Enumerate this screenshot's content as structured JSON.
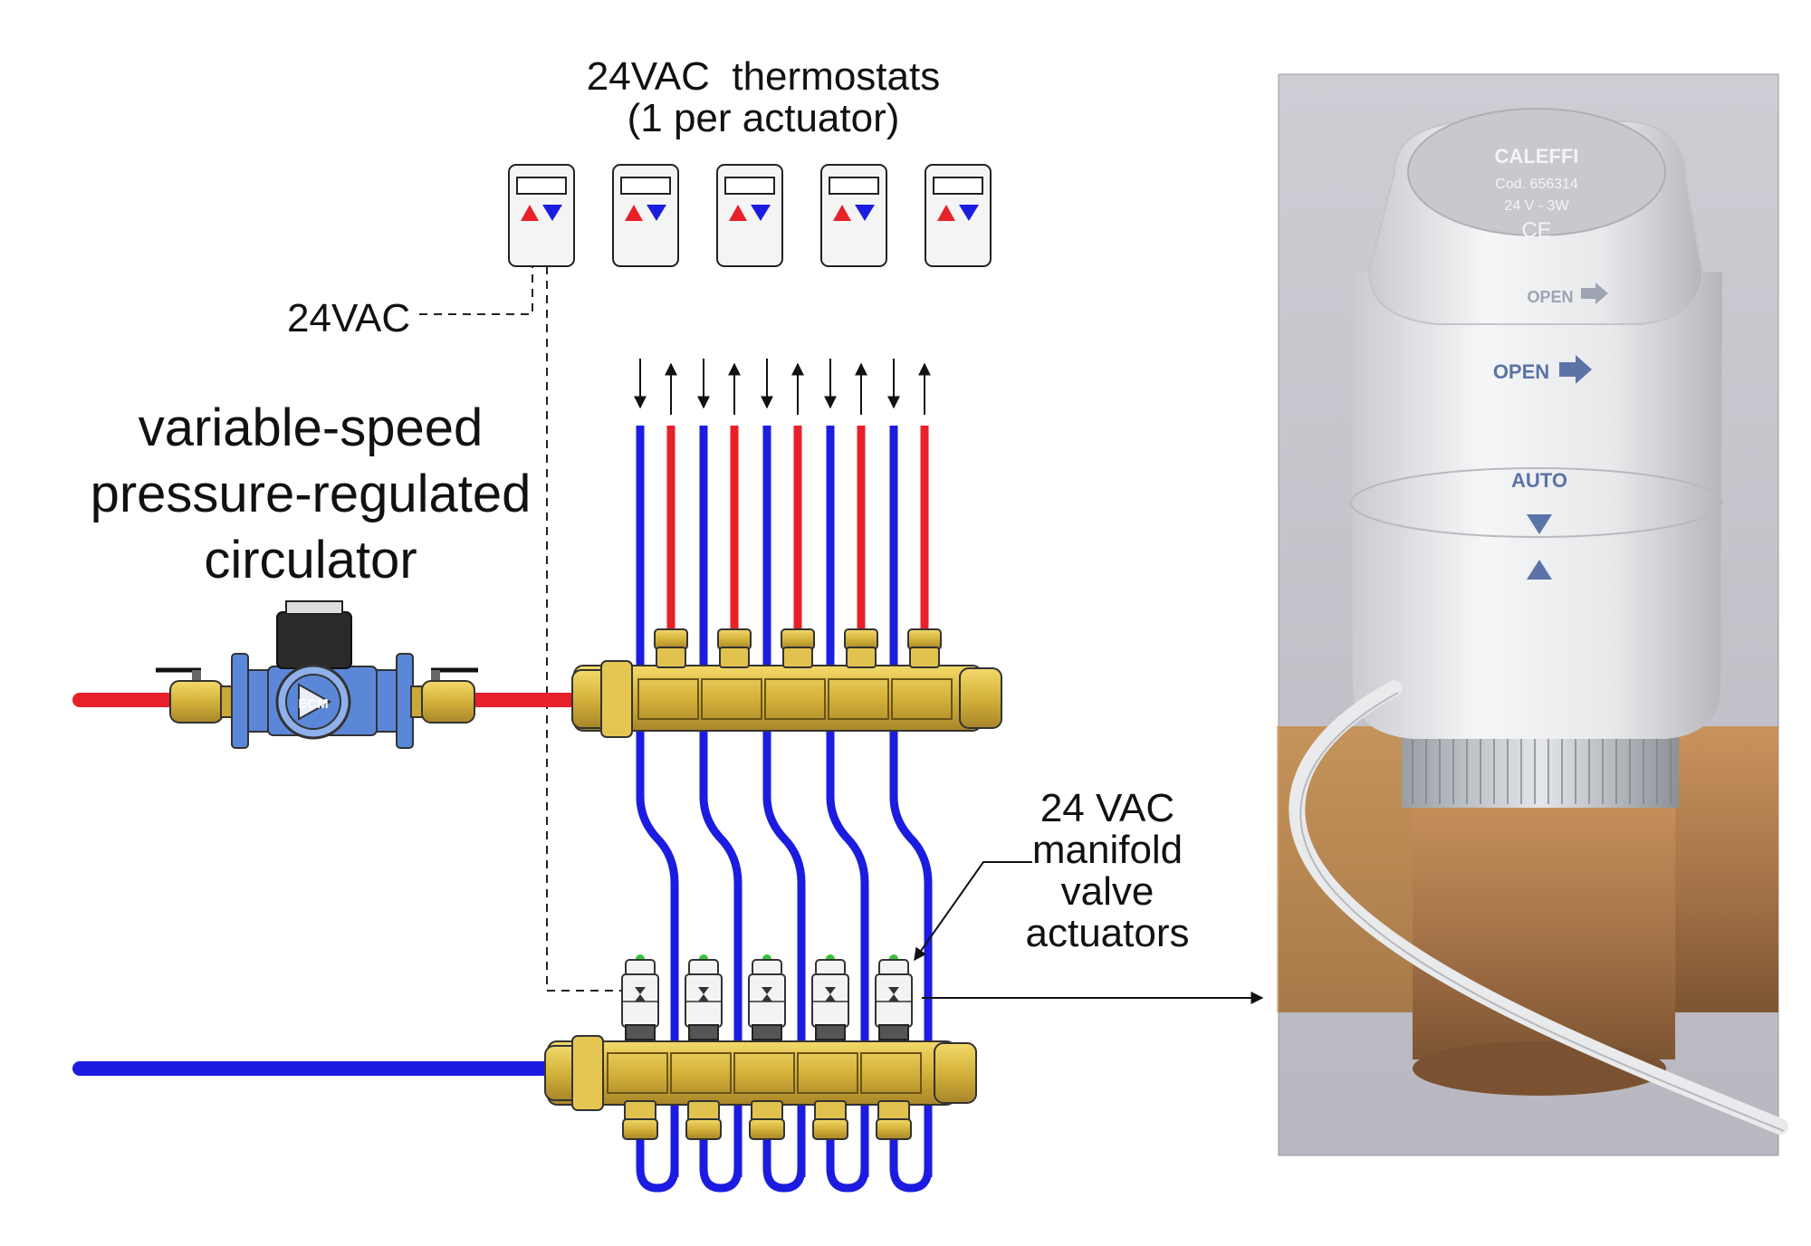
{
  "labels": {
    "thermostats_line1": "24VAC  thermostats",
    "thermostats_line2": "(1 per actuator)",
    "supply_voltage": "24VAC",
    "circulator_line1": "variable-speed",
    "circulator_line2": "pressure-regulated",
    "circulator_line3": "circulator",
    "actuators_line1": "24 VAC",
    "actuators_line2": "manifold",
    "actuators_line3": "valve",
    "actuators_line4": "actuators",
    "pump_badge": "ECM"
  },
  "photo": {
    "brand": "CALEFFI",
    "code": "Cod. 656314",
    "rating": "24 V - 3W",
    "mark": "CE",
    "open_label_top": "OPEN",
    "open_label": "OPEN",
    "auto_label": "AUTO"
  },
  "colors": {
    "supply_red": "#e8202a",
    "return_blue": "#1c1ce0",
    "brass": "#d4b23a",
    "pump_blue": "#5b87d9"
  },
  "counts": {
    "thermostats": 5,
    "circuits": 5
  }
}
